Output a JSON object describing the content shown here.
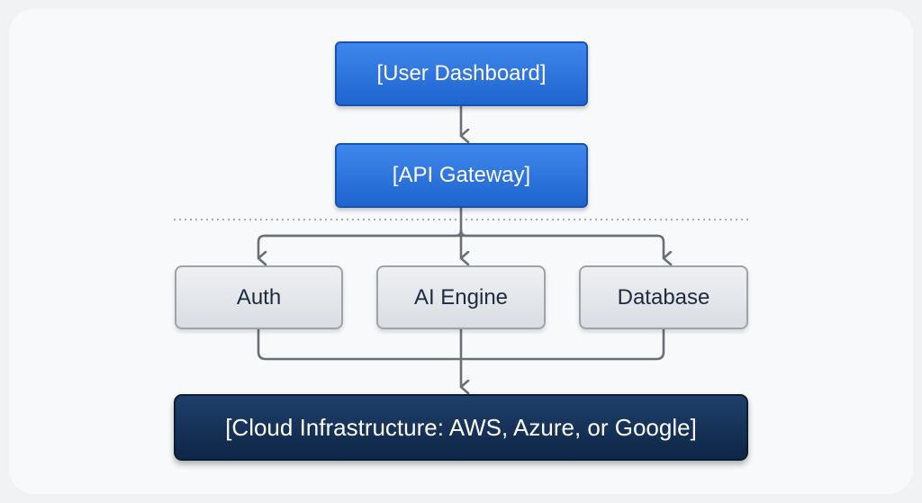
{
  "diagram": {
    "nodes": {
      "user_dashboard": "[User Dashboard]",
      "api_gateway": "[API Gateway]",
      "auth": "Auth",
      "ai_engine": "AI Engine",
      "database": "Database",
      "cloud_infrastructure": "[Cloud Infrastructure: AWS, Azure, or Google]"
    },
    "edges": [
      {
        "from": "[User Dashboard]",
        "to": "[API Gateway]"
      },
      {
        "from": "[API Gateway]",
        "to": "Auth"
      },
      {
        "from": "[API Gateway]",
        "to": "AI Engine"
      },
      {
        "from": "[API Gateway]",
        "to": "Database"
      },
      {
        "from": "Auth",
        "to": "[Cloud Infrastructure: AWS, Azure, or Google]"
      },
      {
        "from": "AI Engine",
        "to": "[Cloud Infrastructure: AWS, Azure, or Google]"
      },
      {
        "from": "Database",
        "to": "[Cloud Infrastructure: AWS, Azure, or Google]"
      }
    ],
    "colors": {
      "background": "#f1f2f4",
      "top_nodes": "#2a72dd",
      "middle_nodes": "#e3e5e9",
      "bottom_node": "#15325a",
      "connectors": "#6b7078"
    }
  }
}
